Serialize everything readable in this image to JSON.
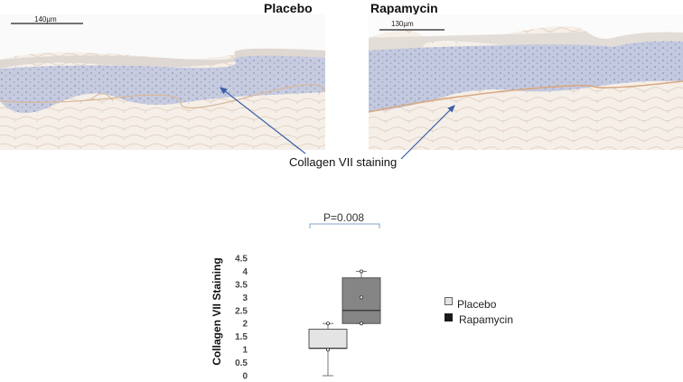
{
  "panels": [
    {
      "title": "Placebo",
      "scale_bar": "140µm"
    },
    {
      "title": "Rapamycin",
      "scale_bar": "130µm"
    }
  ],
  "callout": "Collagen VII staining",
  "significance": "P=0.008",
  "chart_data": {
    "type": "box",
    "ylabel": "Collagen VII Staining",
    "ylim": [
      0,
      4.5
    ],
    "yticks": [
      "0",
      "0.5",
      "1",
      "1.5",
      "2",
      "2.5",
      "3",
      "3.5",
      "4",
      "4.5"
    ],
    "legend": [
      "Placebo",
      "Rapamycin"
    ],
    "legend_position": "right",
    "series": [
      {
        "name": "Placebo",
        "color": "#e4e4e4",
        "min": 0,
        "q1": 1.05,
        "median": 1.05,
        "q3": 1.78,
        "max": 2.0,
        "mean": 1.0
      },
      {
        "name": "Rapamycin",
        "color": "#858585",
        "min": 2.0,
        "q1": 2.0,
        "median": 2.5,
        "q3": 3.75,
        "max": 4.0,
        "mean": 3.0
      }
    ]
  },
  "colors": {
    "epidermis": "#c9cfe0",
    "dermis": "#f1e6dc",
    "arrow": "#3a5fa8"
  }
}
